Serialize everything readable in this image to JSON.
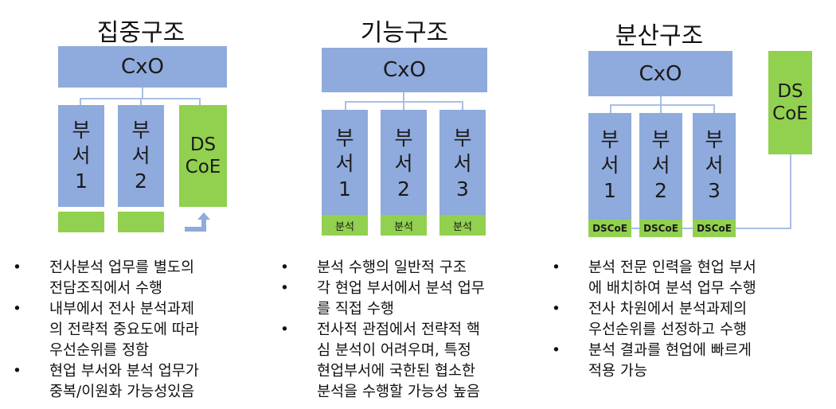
{
  "columns": [
    {
      "title": "집중구조",
      "cxo": "CxO",
      "depts": [
        [
          "부",
          "서",
          "1"
        ],
        [
          "부",
          "서",
          "2"
        ]
      ],
      "dscoe": [
        "DS",
        "CoE"
      ],
      "bullets": [
        "전사분석 업무를 별도의\n전담조직에서 수행",
        "내부에서 전사 분석과제\n의 전략적 중요도에 따라\n우선순위를 정함",
        "현업 부서와 분석 업무가\n중복/이원화 가능성있음"
      ]
    },
    {
      "title": "기능구조",
      "cxo": "CxO",
      "depts": [
        [
          "부",
          "서",
          "1"
        ],
        [
          "부",
          "서",
          "2"
        ],
        [
          "부",
          "서",
          "3"
        ]
      ],
      "tag": "분석",
      "bullets": [
        "분석 수행의 일반적 구조",
        "각 현업 부서에서 분석 업무\n를 직접 수행",
        "전사적 관점에서 전략적 핵\n심 분석이 어려우며, 특정\n현업부서에 국한된 협소한\n분석을 수행할 가능성 높음"
      ]
    },
    {
      "title": "분산구조",
      "cxo": "CxO",
      "depts": [
        [
          "부",
          "서",
          "1"
        ],
        [
          "부",
          "서",
          "2"
        ],
        [
          "부",
          "서",
          "3"
        ]
      ],
      "tag": "DSCoE",
      "dscoe": [
        "DS",
        "CoE"
      ],
      "bullets": [
        "분석 전문 인력을 현업 부서\n에 배치하여 분석 업무 수행",
        "전사 차원에서 분석과제의\n우선순위를 선정하고 수행",
        "분석 결과를 현업에 빠르게\n적용 가능"
      ]
    }
  ],
  "colors": {
    "blue": "#8faadc",
    "green": "#92d050",
    "connector": "#a9bfe3"
  }
}
